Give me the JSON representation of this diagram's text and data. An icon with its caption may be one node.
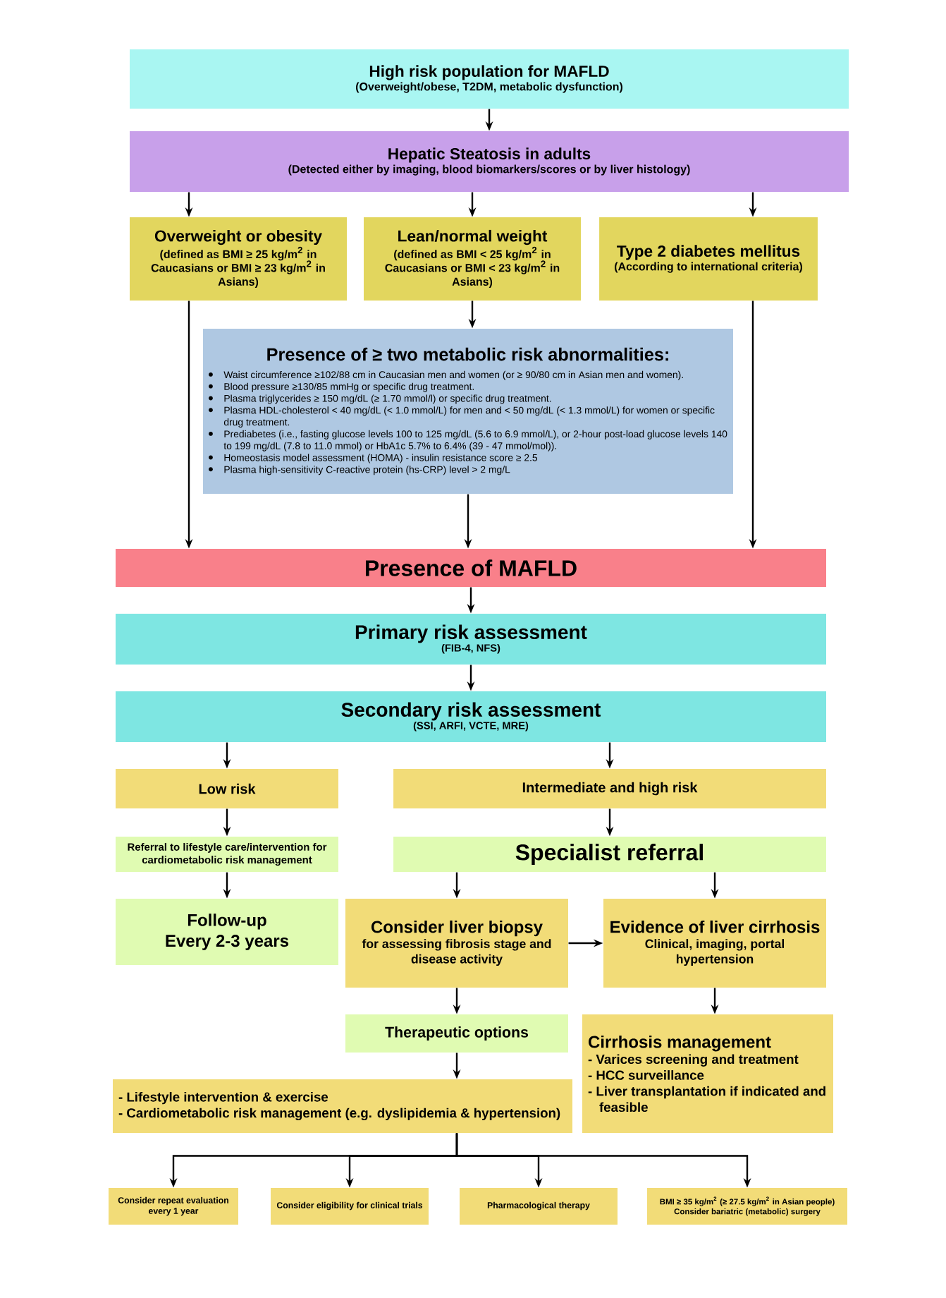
{
  "diagram": {
    "nodes": [
      {
        "text": [
          "High risk population for MAFLD",
          "(Overweight/obese, T2DM, metabolic dysfunction)"
        ]
      },
      {
        "text": [
          "Hepatic Steatosis in adults",
          "(Detected either by imaging, blood biomarkers/scores or by liver histology)"
        ]
      },
      {
        "text": [
          "Overweight or obesity",
          "(defined as BMI ≥ 25 kg/m$^{2}$ in Caucasians or BMI ≥ 23 kg/m$^{2}$ in Asians)"
        ]
      },
      {
        "text": [
          "Lean/normal weight",
          "(defined as BMI < 25 kg/m$^{2}$ in Caucasians or BMI < 23 kg/m$^{2}$ in Asians)"
        ]
      },
      {
        "text": [
          "Type 2 diabetes mellitus",
          "(According to international criteria)"
        ]
      },
      {
        "text": [
          "Presence of ≥ two metabolic risk abnormalities:",
          "Waist circumference ≥102/88 cm in Caucasian men and women (or ≥ 90/80 cm in Asian men and women).",
          "Blood pressure ≥130/85 mmHg or specific drug treatment.",
          "Plasma triglycerides ≥ 150 mg/dL (≥ 1.70 mmol/l) or specific drug treatment.",
          "Plasma HDL-cholesterol < 40 mg/dL (< 1.0 mmol/L) for men and < 50 mg/dL (< 1.3 mmol/L) for women or specific drug treatment.",
          "Prediabetes (i.e., fasting glucose levels 100 to 125 mg/dL (5.6 to 6.9 mmol/L), or 2-hour post-load glucose levels 140 to 199 mg/dL (7.8 to 11.0 mmol) or HbA1c 5.7% to 6.4% (39 - 47 mmol/mol)).",
          "Homeostasis model assessment (HOMA) - insulin resistance score ≥ 2.5",
          "Plasma high-sensitivity C-reactive protein (hs-CRP) level > 2 mg/L"
        ]
      },
      {
        "text": [
          "Presence of MAFLD"
        ]
      },
      {
        "text": [
          "Primary risk assessment",
          "(FIB-4, NFS)"
        ]
      },
      {
        "text": [
          "Secondary risk assessment",
          "(SSI, ARFI, VCTE, MRE)"
        ]
      },
      {
        "text": [
          "Low risk"
        ]
      },
      {
        "text": [
          "Intermediate and high risk"
        ]
      },
      {
        "text": [
          "Referral to lifestyle care/intervention for cardiometabolic risk management"
        ]
      },
      {
        "text": [
          "Specialist referral"
        ]
      },
      {
        "text": [
          "Follow-up",
          "Every 2-3 years"
        ]
      },
      {
        "text": [
          "Consider liver biopsy",
          "for assessing fibrosis stage and disease activity"
        ]
      },
      {
        "text": [
          "Evidence of liver cirrhosis",
          "Clinical, imaging, portal hypertension"
        ]
      },
      {
        "text": [
          "Therapeutic options"
        ]
      },
      {
        "text": [
          "Cirrhosis management",
          "- Varices screening and treatment",
          "- HCC surveillance",
          "- Liver transplantation if indicated and feasible"
        ]
      },
      {
        "text": [
          "- Lifestyle intervention & exercise",
          "- Cardiometabolic risk management (e.g. dyslipidemia & hypertension)"
        ]
      },
      {
        "text": [
          "Consider repeat evaluation every 1 year"
        ]
      },
      {
        "text": [
          "Consider eligibility for clinical trials"
        ]
      },
      {
        "text": [
          "Pharmacological therapy"
        ]
      },
      {
        "text": [
          "BMI ≥ 35 kg/m$^{2}$ (≥ 27.5 kg/m$^{2}$ in Asian people)",
          "Consider bariatric (metabolic) surgery"
        ]
      }
    ],
    "edges": [
      {
        "from": 0,
        "to": 1,
        "arrow": "to"
      },
      {
        "from": 1,
        "to": 2,
        "arrow": "to"
      },
      {
        "from": 1,
        "to": 3,
        "arrow": "to"
      },
      {
        "from": 1,
        "to": 4,
        "arrow": "to"
      },
      {
        "from": 3,
        "to": 5,
        "arrow": "to"
      },
      {
        "from": 2,
        "to": 6,
        "arrow": "to"
      },
      {
        "from": 5,
        "to": 6,
        "arrow": "to"
      },
      {
        "from": 4,
        "to": 6,
        "arrow": "to"
      },
      {
        "from": 6,
        "to": 7,
        "arrow": "to"
      },
      {
        "from": 7,
        "to": 8,
        "arrow": "to"
      },
      {
        "from": 8,
        "to": 9,
        "arrow": "to"
      },
      {
        "from": 8,
        "to": 10,
        "arrow": "to"
      },
      {
        "from": 9,
        "to": 11,
        "arrow": "to"
      },
      {
        "from": 11,
        "to": 13,
        "arrow": "to"
      },
      {
        "from": 10,
        "to": 12,
        "arrow": "to"
      },
      {
        "from": 12,
        "to": 14,
        "arrow": "to"
      },
      {
        "from": 12,
        "to": 15,
        "arrow": "to"
      },
      {
        "from": 14,
        "to": 15,
        "arrow": "to"
      },
      {
        "from": 14,
        "to": 16,
        "arrow": "to"
      },
      {
        "from": 15,
        "to": 17,
        "arrow": "to"
      },
      {
        "from": 16,
        "to": 18,
        "arrow": "to"
      },
      {
        "from": 18,
        "to": 19,
        "arrow": "to"
      },
      {
        "from": 18,
        "to": 20,
        "arrow": "to"
      },
      {
        "from": 18,
        "to": 21,
        "arrow": "to"
      },
      {
        "from": 18,
        "to": 22,
        "arrow": "to"
      }
    ]
  }
}
